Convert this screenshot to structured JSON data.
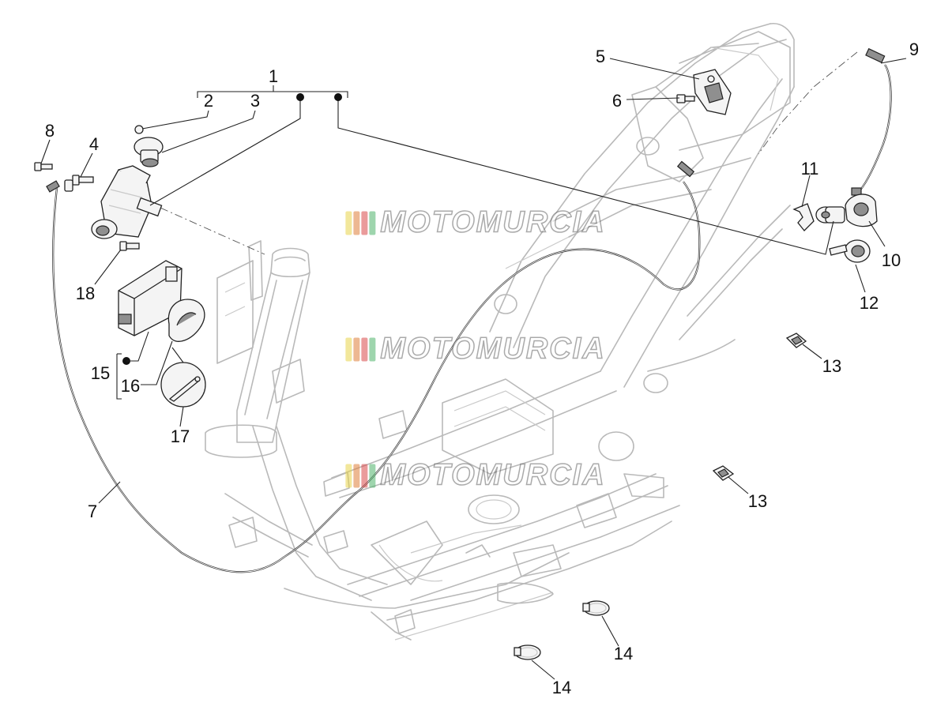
{
  "watermark": {
    "text": "MOTOMURCIA",
    "flag_colors": [
      "#e8d44a",
      "#e07f3a",
      "#d94b4b",
      "#4fb36b"
    ]
  },
  "callouts": [
    {
      "id": "1",
      "text": "1"
    },
    {
      "id": "2",
      "text": "2"
    },
    {
      "id": "3",
      "text": "3"
    },
    {
      "id": "4",
      "text": "4"
    },
    {
      "id": "5",
      "text": "5"
    },
    {
      "id": "6",
      "text": "6"
    },
    {
      "id": "7",
      "text": "7"
    },
    {
      "id": "8",
      "text": "8"
    },
    {
      "id": "9",
      "text": "9"
    },
    {
      "id": "10",
      "text": "10"
    },
    {
      "id": "11",
      "text": "11"
    },
    {
      "id": "12",
      "text": "12"
    },
    {
      "id": "13a",
      "text": "13"
    },
    {
      "id": "13b",
      "text": "13"
    },
    {
      "id": "14a",
      "text": "14"
    },
    {
      "id": "14b",
      "text": "14"
    },
    {
      "id": "15",
      "text": "15"
    },
    {
      "id": "16",
      "text": "16"
    },
    {
      "id": "17",
      "text": "17"
    },
    {
      "id": "18",
      "text": "18"
    }
  ]
}
